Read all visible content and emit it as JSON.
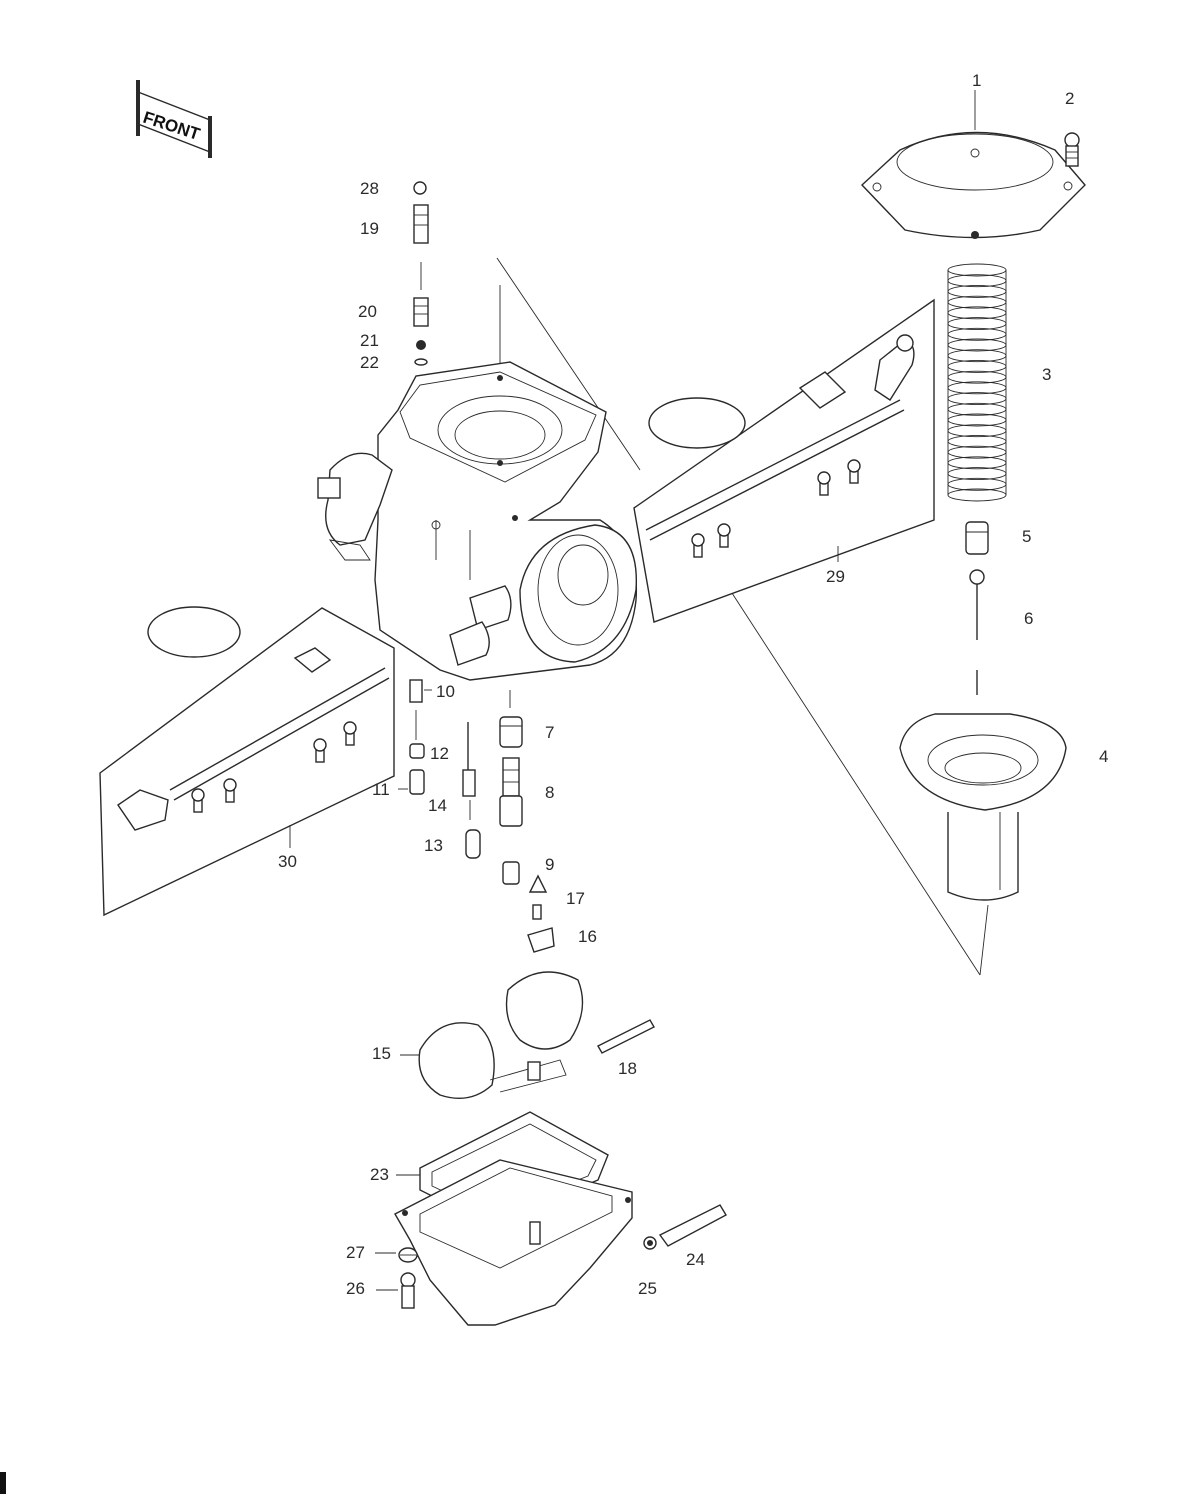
{
  "front_badge": {
    "label": "FRONT"
  },
  "callouts": [
    {
      "id": "1",
      "label": "1"
    },
    {
      "id": "2",
      "label": "2"
    },
    {
      "id": "3",
      "label": "3"
    },
    {
      "id": "4",
      "label": "4"
    },
    {
      "id": "5",
      "label": "5"
    },
    {
      "id": "6",
      "label": "6"
    },
    {
      "id": "7",
      "label": "7"
    },
    {
      "id": "8",
      "label": "8"
    },
    {
      "id": "9",
      "label": "9"
    },
    {
      "id": "10",
      "label": "10"
    },
    {
      "id": "11",
      "label": "11"
    },
    {
      "id": "12",
      "label": "12"
    },
    {
      "id": "13",
      "label": "13"
    },
    {
      "id": "14",
      "label": "14"
    },
    {
      "id": "15",
      "label": "15"
    },
    {
      "id": "16",
      "label": "16"
    },
    {
      "id": "17",
      "label": "17"
    },
    {
      "id": "18",
      "label": "18"
    },
    {
      "id": "19",
      "label": "19"
    },
    {
      "id": "20",
      "label": "20"
    },
    {
      "id": "21",
      "label": "21"
    },
    {
      "id": "22",
      "label": "22"
    },
    {
      "id": "23",
      "label": "23"
    },
    {
      "id": "24",
      "label": "24"
    },
    {
      "id": "25",
      "label": "25"
    },
    {
      "id": "26",
      "label": "26"
    },
    {
      "id": "27",
      "label": "27"
    },
    {
      "id": "28",
      "label": "28"
    },
    {
      "id": "29",
      "label": "29"
    },
    {
      "id": "30",
      "label": "30"
    }
  ]
}
